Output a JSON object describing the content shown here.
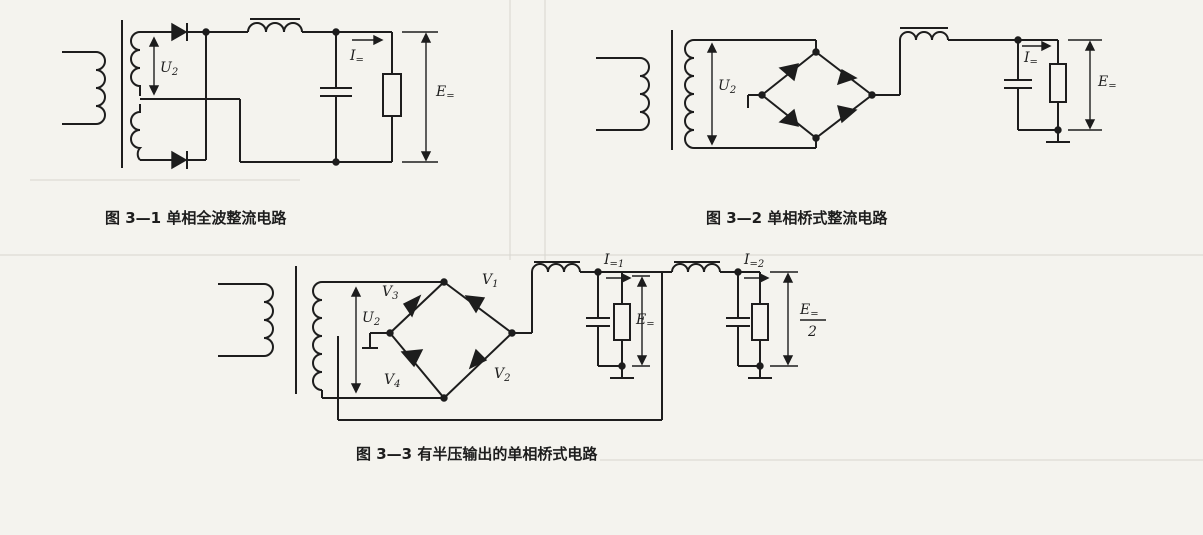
{
  "figures": [
    {
      "caption": "图 3—1   单相全波整流电路",
      "labels": {
        "u2": "U",
        "u2_sub": "2",
        "current": "I",
        "current_sub": "=",
        "voltage": "E",
        "voltage_sub": "="
      }
    },
    {
      "caption": "图 3—2   单相桥式整流电路",
      "labels": {
        "u2": "U",
        "u2_sub": "2",
        "current": "I",
        "current_sub": "=",
        "voltage": "E",
        "voltage_sub": "="
      }
    },
    {
      "caption": "图 3—3   有半压输出的单相桥式电路",
      "labels": {
        "u2": "U",
        "u2_sub": "2",
        "v1": "V",
        "v1_sub": "1",
        "v2": "V",
        "v2_sub": "2",
        "v3": "V",
        "v3_sub": "3",
        "v4": "V",
        "v4_sub": "4",
        "current1": "I",
        "current1_sub": "=1",
        "current2": "I",
        "current2_sub": "=2",
        "voltage1": "E",
        "voltage1_sub": "=",
        "voltage2": "E",
        "voltage2_sub": "=",
        "half_denominator": "2"
      }
    }
  ]
}
